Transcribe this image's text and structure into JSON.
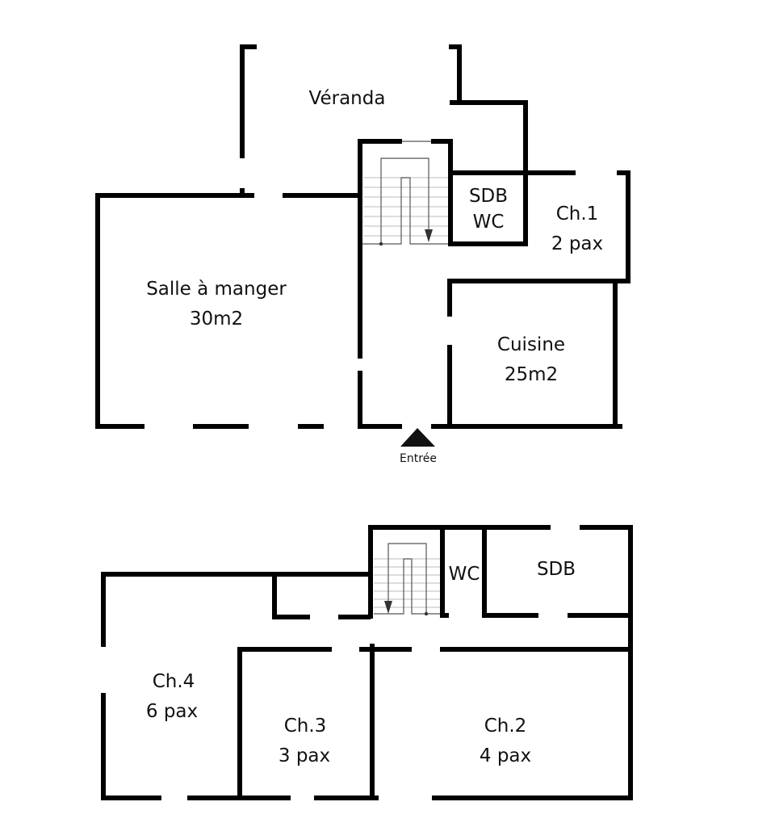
{
  "ground_floor": {
    "rooms": [
      {
        "id": "veranda",
        "name": "Véranda",
        "detail": ""
      },
      {
        "id": "sdb-wc",
        "name": "SDB",
        "detail": "WC"
      },
      {
        "id": "ch1",
        "name": "Ch.1",
        "detail": "2 pax"
      },
      {
        "id": "salle",
        "name": "Salle à manger",
        "detail": "30m2"
      },
      {
        "id": "cuisine",
        "name": "Cuisine",
        "detail": "25m2"
      }
    ],
    "entrance_label": "Entrée"
  },
  "upper_floor": {
    "rooms": [
      {
        "id": "wc",
        "name": "WC",
        "detail": ""
      },
      {
        "id": "sdb",
        "name": "SDB",
        "detail": ""
      },
      {
        "id": "ch4",
        "name": "Ch.4",
        "detail": "6 pax"
      },
      {
        "id": "ch3",
        "name": "Ch.3",
        "detail": "3 pax"
      },
      {
        "id": "ch2",
        "name": "Ch.2",
        "detail": "4 pax"
      }
    ]
  },
  "colors": {
    "wall": "#000000",
    "background": "#ffffff"
  }
}
